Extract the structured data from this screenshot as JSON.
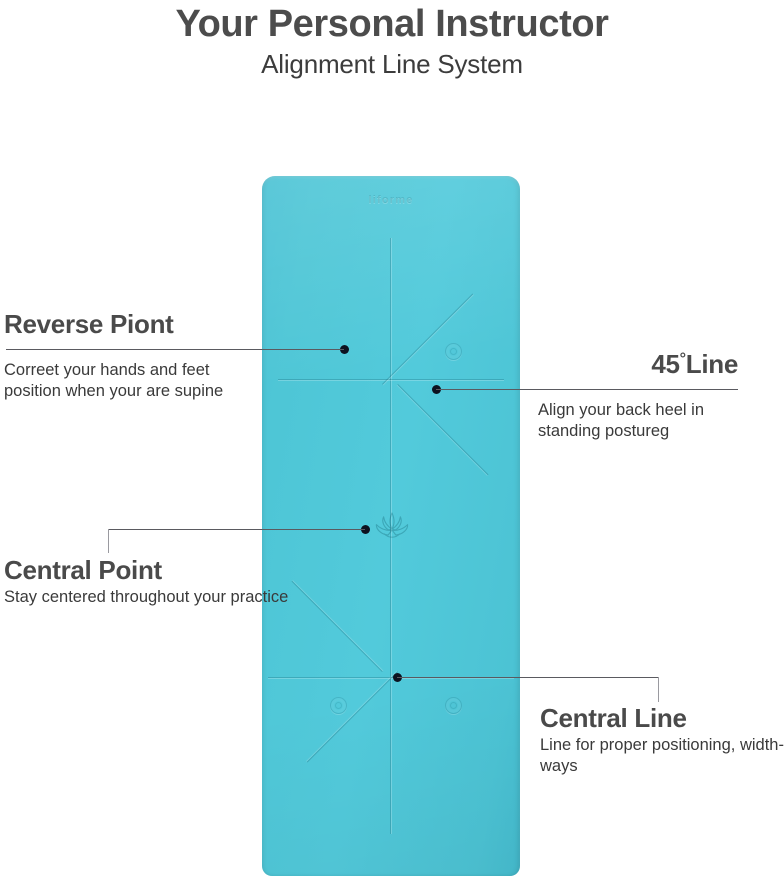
{
  "header": {
    "title": "Your Personal Instructor",
    "subtitle": "Alignment Line System"
  },
  "product": {
    "name": "yoga-mat",
    "color": "#4ec6d6",
    "brandmark": "liforme",
    "emblem": "lotus-icon"
  },
  "callouts": [
    {
      "id": "reverse-point",
      "heading": "Reverse Piont",
      "body": "Correet your hands and feet position when your are supine"
    },
    {
      "id": "45-line",
      "heading_number": "45",
      "heading_degree": "°",
      "heading_word": "Line",
      "body": "Align your back heel in standing postureg"
    },
    {
      "id": "central-point",
      "heading": "Central Point",
      "body": "Stay centered throughout your practice"
    },
    {
      "id": "central-line",
      "heading": "Central Line",
      "body": "Line for proper positioning, width-ways"
    }
  ],
  "colors": {
    "title_gray": "#4c4c4c",
    "body_gray": "#3a3a3a",
    "mat_teal": "#4ec6d6",
    "leader_line": "#5a5a60",
    "dot": "#0d1220"
  }
}
